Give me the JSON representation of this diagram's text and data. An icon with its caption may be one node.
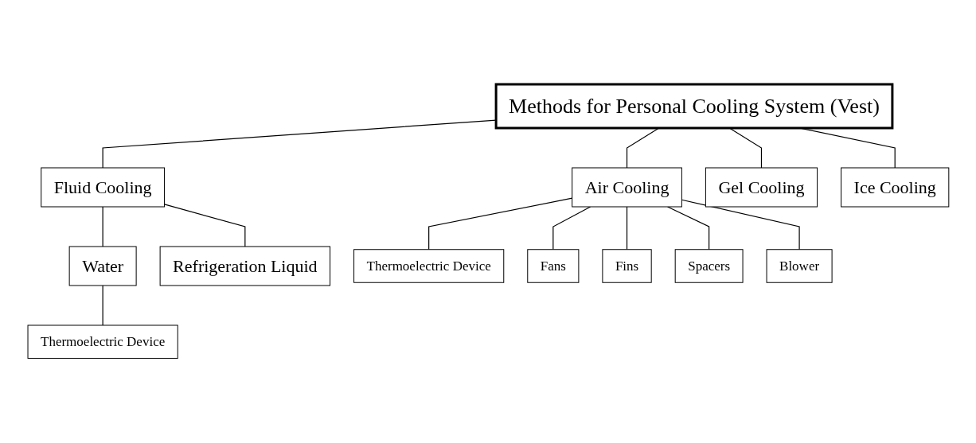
{
  "diagram": {
    "nodes": [
      {
        "text": [
          "Methods for Personal Cooling System (Vest)"
        ]
      },
      {
        "text": [
          "Air Cooling"
        ]
      },
      {
        "text": [
          "Fluid Cooling"
        ]
      },
      {
        "text": [
          "Gel Cooling"
        ]
      },
      {
        "text": [
          "Ice Cooling"
        ]
      },
      {
        "text": [
          "Water"
        ]
      },
      {
        "text": [
          "Refrigeration Liquid"
        ]
      },
      {
        "text": [
          "Thermoelectric Device"
        ]
      },
      {
        "text": [
          "Thermoelectric Device"
        ]
      },
      {
        "text": [
          "Fans"
        ]
      },
      {
        "text": [
          "Fins"
        ]
      },
      {
        "text": [
          "Spacers"
        ]
      },
      {
        "text": [
          "Blower"
        ]
      }
    ],
    "edges": [
      {
        "from": 0,
        "to": 1,
        "arrow": "none"
      },
      {
        "from": 0,
        "to": 2,
        "arrow": "none"
      },
      {
        "from": 0,
        "to": 3,
        "arrow": "none"
      },
      {
        "from": 0,
        "to": 4,
        "arrow": "none"
      },
      {
        "from": 2,
        "to": 5,
        "arrow": "none"
      },
      {
        "from": 2,
        "to": 6,
        "arrow": "none"
      },
      {
        "from": 5,
        "to": 7,
        "arrow": "none"
      },
      {
        "from": 1,
        "to": 8,
        "arrow": "none"
      },
      {
        "from": 1,
        "to": 9,
        "arrow": "none"
      },
      {
        "from": 1,
        "to": 10,
        "arrow": "none"
      },
      {
        "from": 1,
        "to": 11,
        "arrow": "none"
      },
      {
        "from": 1,
        "to": 12,
        "arrow": "none"
      }
    ]
  }
}
